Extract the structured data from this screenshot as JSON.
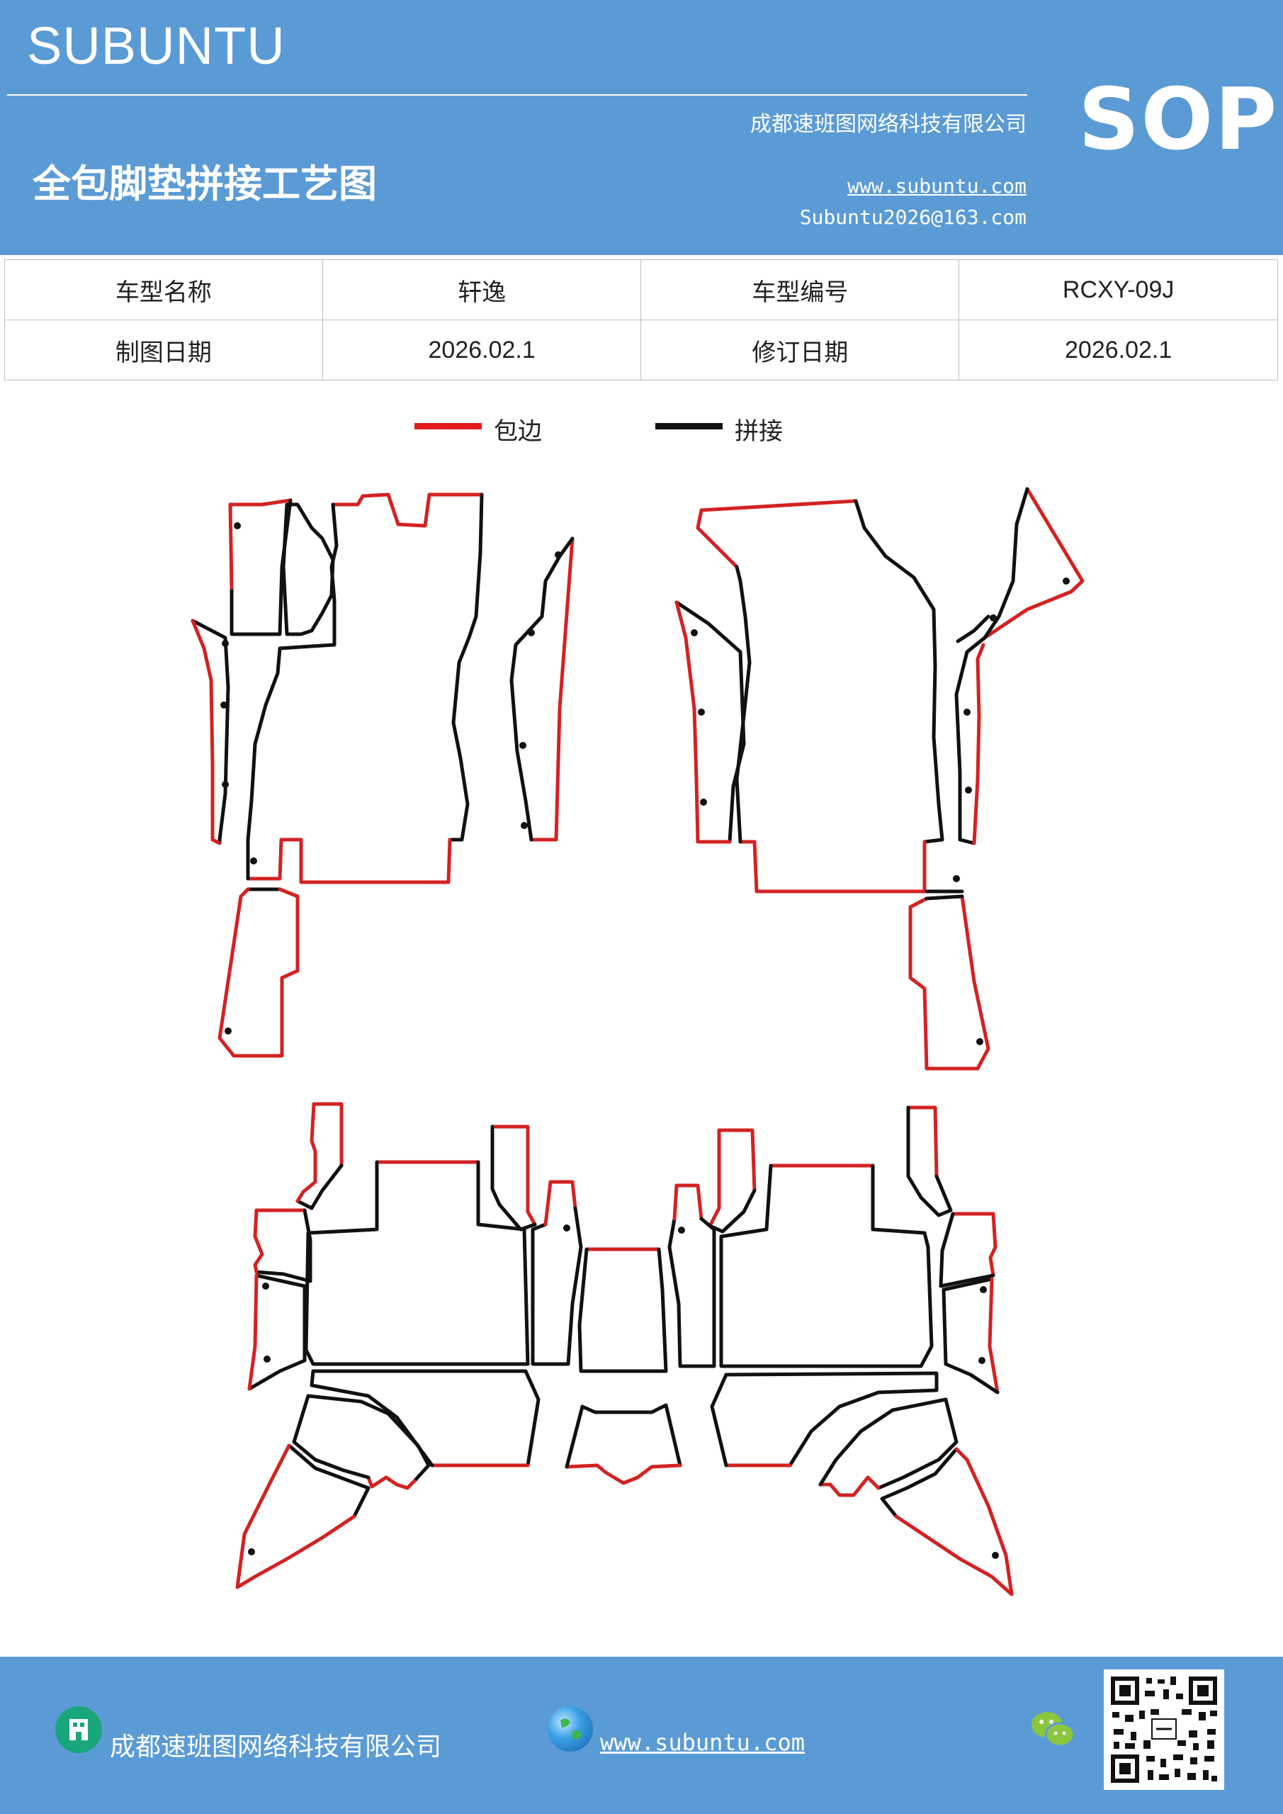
{
  "header": {
    "brand": "SUBUNTU",
    "company": "成都速班图网络科技有限公司",
    "title": "全包脚垫拼接工艺图",
    "website": "www.subuntu.com",
    "email": "Subuntu2026@163.com",
    "badge": "SOP"
  },
  "info_table": {
    "rows": [
      [
        "车型名称",
        "轩逸",
        "车型编号",
        "RCXY-09J"
      ],
      [
        "制图日期",
        "2026.02.1",
        "修订日期",
        "2026.02.1"
      ]
    ]
  },
  "legend": {
    "items": [
      {
        "label": "包边",
        "color": "#e01b1b"
      },
      {
        "label": "拼接",
        "color": "#111111"
      }
    ]
  },
  "colors": {
    "brand_blue": "#5b9bd5",
    "edge_red": "#d32222",
    "seam_black": "#111111"
  },
  "footer": {
    "company": "成都速班图网络科技有限公司",
    "website": "www.subuntu.com ",
    "icons": [
      "building-icon",
      "globe-icon",
      "wechat-icon",
      "qr-code"
    ]
  }
}
